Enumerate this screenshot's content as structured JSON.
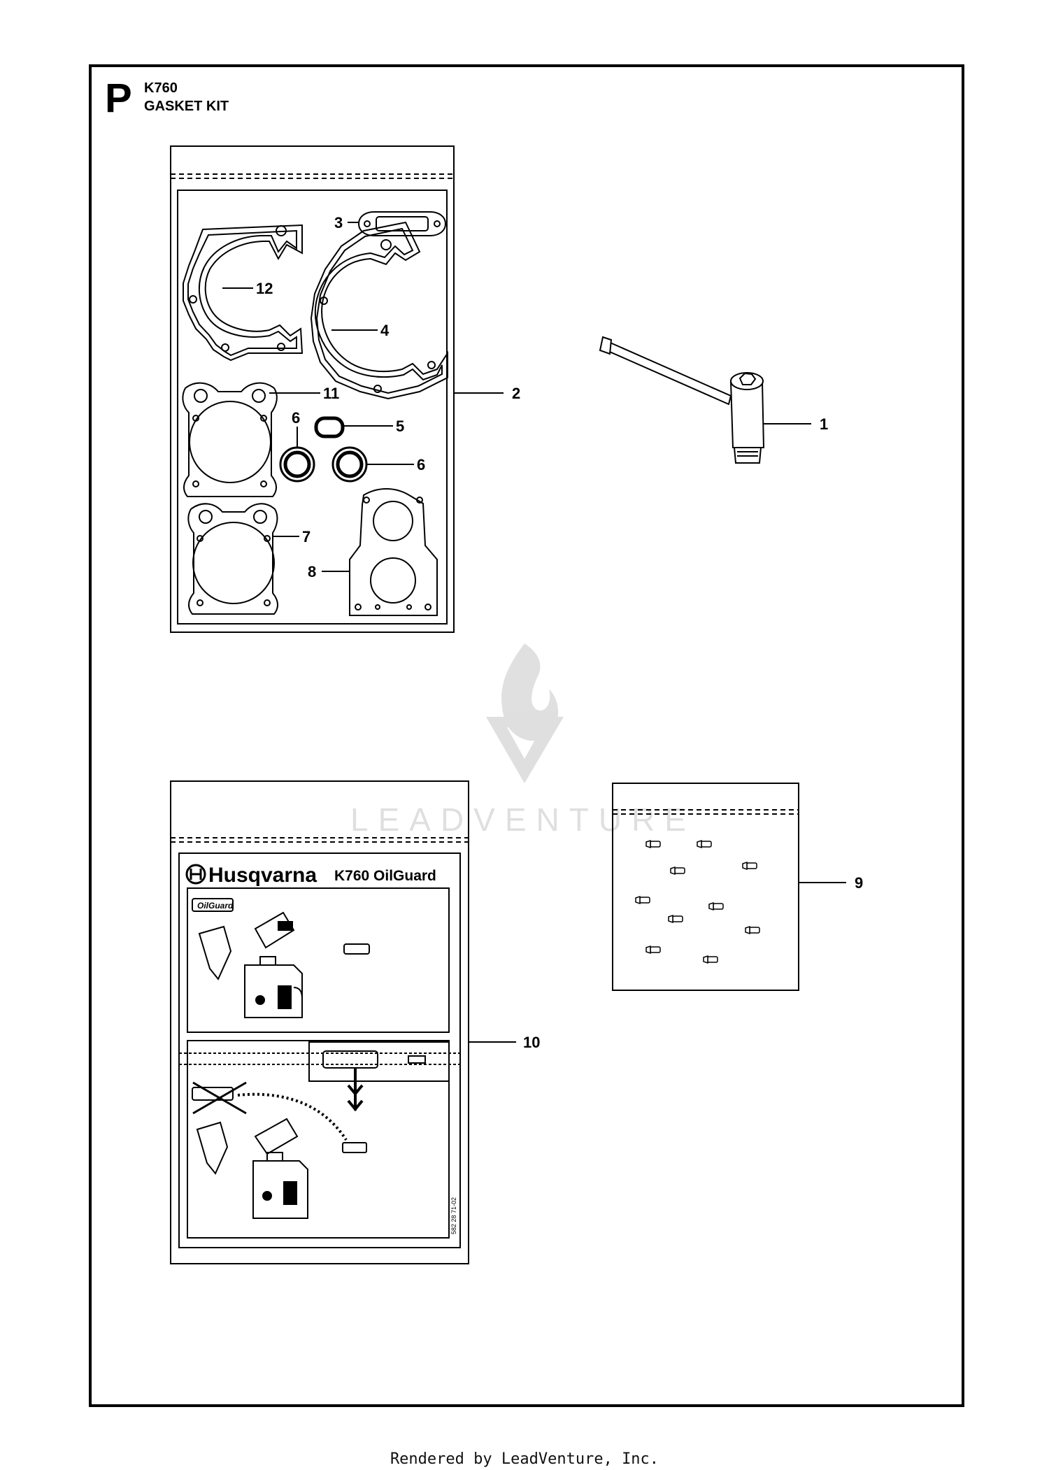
{
  "page": {
    "section_letter": "P",
    "model": "K760",
    "kit_name": "GASKET KIT"
  },
  "callouts": {
    "c1": "1",
    "c2": "2",
    "c3": "3",
    "c4": "4",
    "c5": "5",
    "c6a": "6",
    "c6b": "6",
    "c7": "7",
    "c8": "8",
    "c9": "9",
    "c10": "10",
    "c11": "11",
    "c12": "12"
  },
  "label_card": {
    "brand": "Husqvarna",
    "product": "K760 OilGuard",
    "badge": "OilGuard",
    "part_number": "582 28 71-02"
  },
  "watermark": {
    "text": "LEADVENTURE"
  },
  "footer": {
    "text": "Rendered by LeadVenture, Inc."
  }
}
